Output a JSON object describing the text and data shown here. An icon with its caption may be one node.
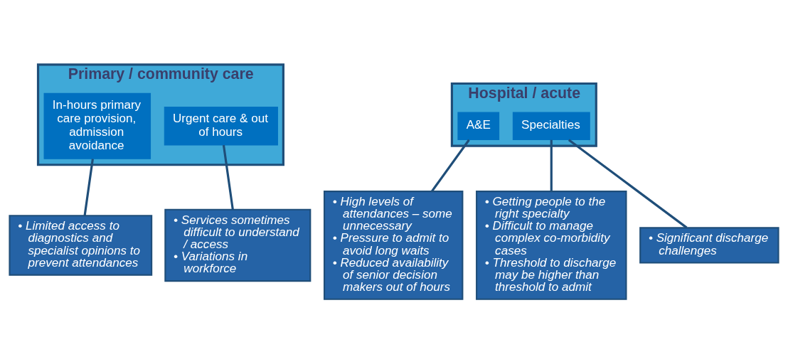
{
  "diagram": {
    "nodes": [
      {
        "text": [
          "Primary / community care"
        ]
      },
      {
        "text": [
          "In-hours primary care provision, admission avoidance"
        ],
        "in": 0
      },
      {
        "text": [
          "Urgent care & out of hours"
        ],
        "in": 0
      },
      {
        "text": [
          "Hospital / acute"
        ]
      },
      {
        "text": [
          "A&E"
        ],
        "in": 3
      },
      {
        "text": [
          "Specialties"
        ],
        "in": 3
      },
      {
        "text": [
          "• Limited access to diagnostics and specialist opinions to prevent attendances"
        ]
      },
      {
        "text": [
          "• Services sometimes difficult to understand / access",
          "• Variations in workforce"
        ]
      },
      {
        "text": [
          "• High levels of attendances – some unnecessary",
          "• Pressure to admit to avoid long waits",
          "• Reduced availability of senior decision makers out of hours"
        ]
      },
      {
        "text": [
          "• Getting people to the right specialty",
          "• Difficult to manage complex co-morbidity cases",
          "• Threshold to discharge may be higher than threshold to admit"
        ]
      },
      {
        "text": [
          "• Significant discharge challenges"
        ]
      }
    ],
    "edges": [
      {
        "from": 6,
        "to": 1,
        "arrow": "none"
      },
      {
        "from": 7,
        "to": 2,
        "arrow": "none"
      },
      {
        "from": 8,
        "to": 4,
        "arrow": "none"
      },
      {
        "from": 9,
        "to": 5,
        "arrow": "none"
      },
      {
        "from": 10,
        "to": 5,
        "arrow": "none"
      }
    ]
  }
}
